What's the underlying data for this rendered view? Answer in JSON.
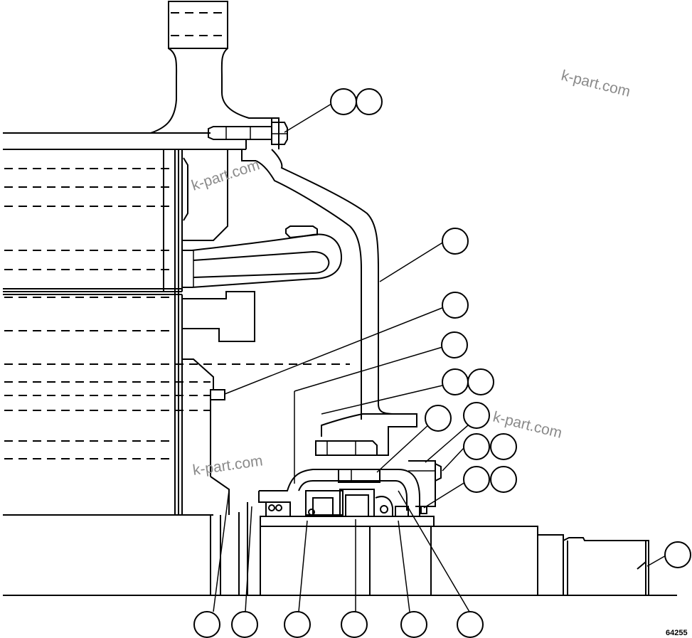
{
  "drawing_number": "64255",
  "watermarks": [
    "k-part.com",
    "k-part.com",
    "k-part.com",
    "k-part.com"
  ],
  "callout_bubbles": [
    {
      "label": "",
      "group": "top-fastener"
    },
    {
      "label": "",
      "group": "top-fastener"
    },
    {
      "label": "",
      "group": "tube"
    },
    {
      "label": "",
      "group": "left-shield"
    },
    {
      "label": "",
      "group": "housing"
    },
    {
      "label": "",
      "group": "pair-a"
    },
    {
      "label": "",
      "group": "pair-a"
    },
    {
      "label": "",
      "group": "inner-bolt"
    },
    {
      "label": "",
      "group": "outer-bolt"
    },
    {
      "label": "",
      "group": "pair-b"
    },
    {
      "label": "",
      "group": "pair-b"
    },
    {
      "label": "",
      "group": "pair-c"
    },
    {
      "label": "",
      "group": "pair-c"
    },
    {
      "label": "",
      "group": "shaft-end"
    },
    {
      "label": "",
      "group": "bottom-row"
    },
    {
      "label": "",
      "group": "bottom-row"
    },
    {
      "label": "",
      "group": "bottom-row"
    },
    {
      "label": "",
      "group": "bottom-row"
    },
    {
      "label": "",
      "group": "bottom-row"
    },
    {
      "label": "",
      "group": "bottom-row"
    }
  ]
}
